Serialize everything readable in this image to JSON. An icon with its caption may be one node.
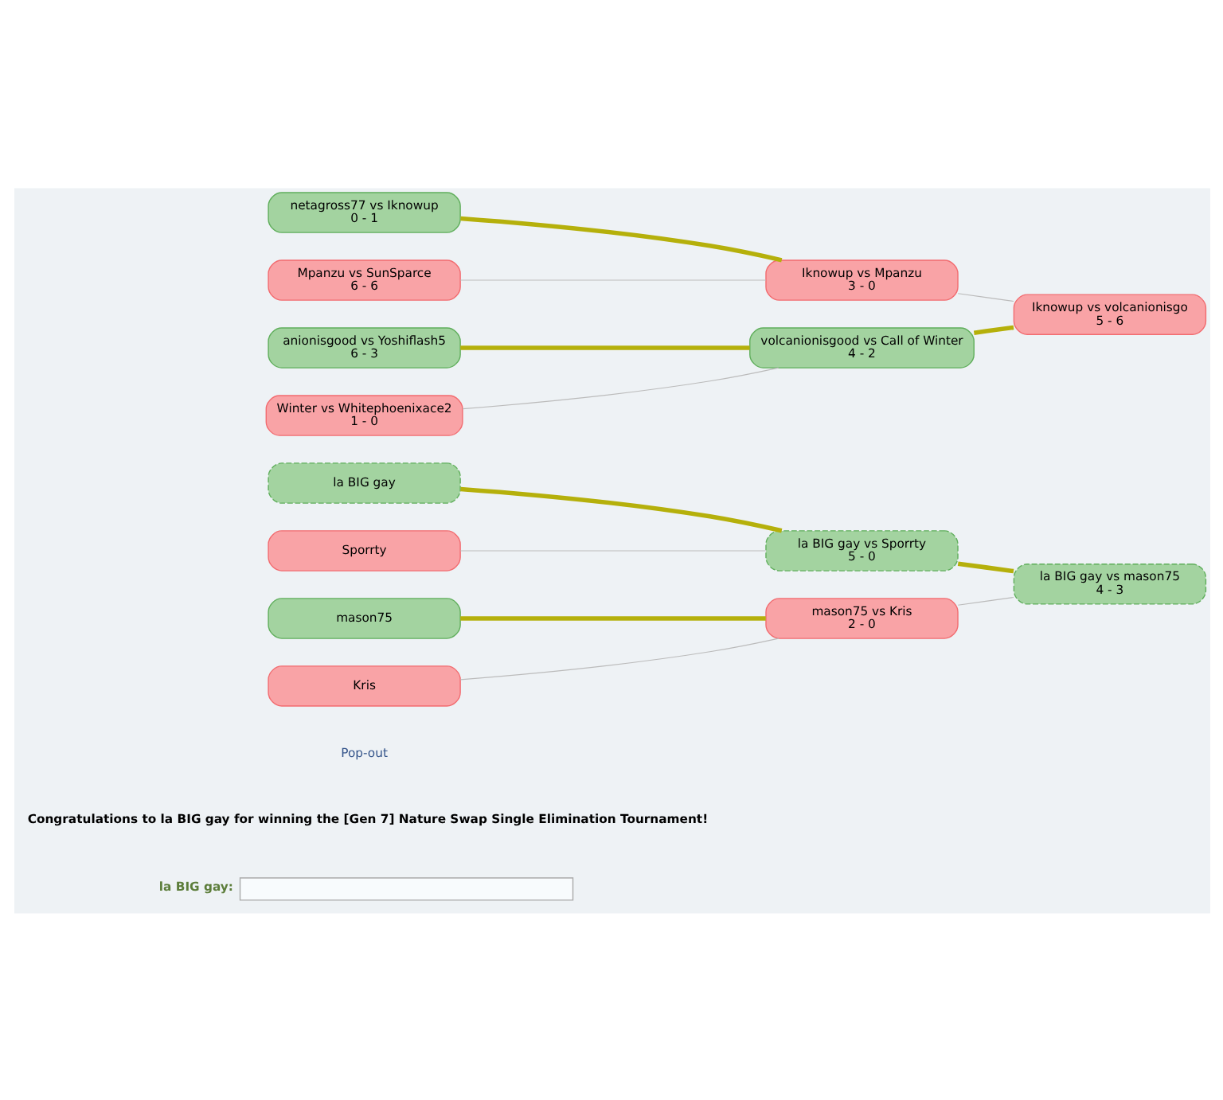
{
  "diagram": {
    "nodes": [
      {
        "text": [
          "netagross77 vs Iknowup",
          "0 - 1"
        ]
      },
      {
        "text": [
          "Mpanzu vs SunSparce",
          "6 - 6"
        ]
      },
      {
        "text": [
          "Iknowup vs Mpanzu",
          "3 - 0"
        ]
      },
      {
        "text": [
          "anionisgood vs Yoshiflash5",
          "6 - 3"
        ]
      },
      {
        "text": [
          "Winter vs Whitephoenixace2",
          "1 - 0"
        ]
      },
      {
        "text": [
          "volcanionisgood vs Call of Winter",
          "4 - 2"
        ]
      },
      {
        "text": [
          "Iknowup vs volcanionisgo",
          "5 - 6"
        ]
      },
      {
        "text": [
          "la BIG gay"
        ]
      },
      {
        "text": [
          "Sporrty"
        ]
      },
      {
        "text": [
          "la BIG gay vs Sporrty",
          "5 - 0"
        ]
      },
      {
        "text": [
          "mason75"
        ]
      },
      {
        "text": [
          "Kris"
        ]
      },
      {
        "text": [
          "mason75 vs Kris",
          "2 - 0"
        ]
      },
      {
        "text": [
          "la BIG gay vs mason75",
          "4 - 3"
        ]
      }
    ],
    "edges": [
      {
        "from": 0,
        "to": 2,
        "arrow": "none",
        "style": "thick",
        "color": "#b5b00b"
      },
      {
        "from": 1,
        "to": 2,
        "arrow": "none",
        "color": "#bbbbbb"
      },
      {
        "from": 2,
        "to": 6,
        "arrow": "none",
        "color": "#bbbbbb"
      },
      {
        "from": 3,
        "to": 5,
        "arrow": "none",
        "style": "thick",
        "color": "#b5b00b"
      },
      {
        "from": 4,
        "to": 5,
        "arrow": "none",
        "color": "#bbbbbb"
      },
      {
        "from": 5,
        "to": 6,
        "arrow": "none",
        "style": "thick",
        "color": "#b5b00b"
      },
      {
        "from": 7,
        "to": 9,
        "arrow": "none",
        "style": "thick",
        "color": "#b5b00b"
      },
      {
        "from": 8,
        "to": 9,
        "arrow": "none",
        "color": "#bbbbbb"
      },
      {
        "from": 9,
        "to": 13,
        "arrow": "none",
        "style": "thick",
        "color": "#b5b00b"
      },
      {
        "from": 10,
        "to": 12,
        "arrow": "none",
        "style": "thick",
        "color": "#b5b00b"
      },
      {
        "from": 11,
        "to": 12,
        "arrow": "none",
        "color": "#bbbbbb"
      },
      {
        "from": 12,
        "to": 13,
        "arrow": "none",
        "color": "#bbbbbb"
      }
    ],
    "labels": [
      "Pop-out",
      "Congratulations to la BIG gay for winning the [Gen 7] Nature Swap Single Elimination Tournament!",
      "la BIG gay:"
    ]
  }
}
